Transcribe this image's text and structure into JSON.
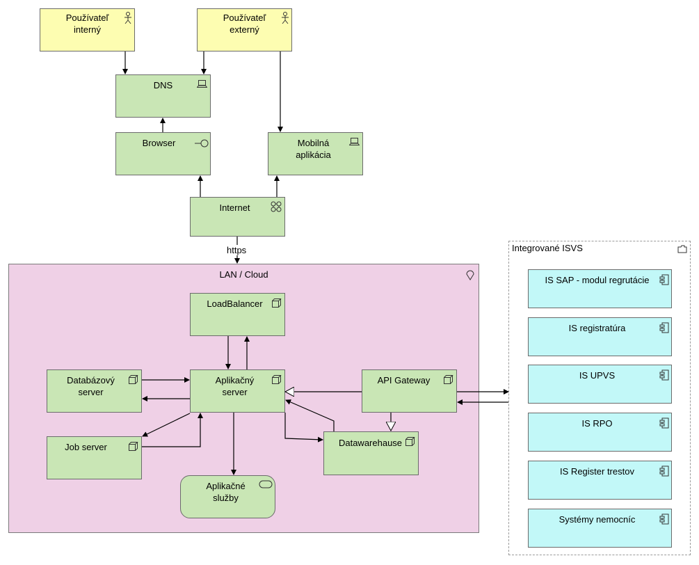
{
  "actors": [
    {
      "id": "actor-internal",
      "label": "Používateľ\ninterný"
    },
    {
      "id": "actor-external",
      "label": "Používateľ\nexterný"
    }
  ],
  "nodes": {
    "dns": "DNS",
    "browser": "Browser",
    "mobile": "Mobilná\naplikácia",
    "internet": "Internet",
    "loadbalancer": "LoadBalancer",
    "appserver": "Aplikačný\nserver",
    "dbserver": "Databázový\nserver",
    "jobserver": "Job server",
    "apigateway": "API Gateway",
    "datawarehouse": "Datawarehause",
    "appservices": "Aplikačné\nslužby"
  },
  "groups": {
    "lan": "LAN / Cloud",
    "isvs": "Integrované ISVS"
  },
  "isvs_items": [
    "IS SAP - modul regrutácie",
    "IS registratúra",
    "IS UPVS",
    "IS RPO",
    "IS Register trestov",
    "Systémy nemocníc"
  ],
  "edges": {
    "internet_to_lan": "https"
  },
  "icons": {
    "actor": "actor-icon",
    "device": "device-icon",
    "interface": "interface-icon",
    "network": "network-icon",
    "node": "node-icon",
    "service": "service-icon",
    "component": "component-icon",
    "location": "location-icon",
    "folder": "folder-icon"
  }
}
